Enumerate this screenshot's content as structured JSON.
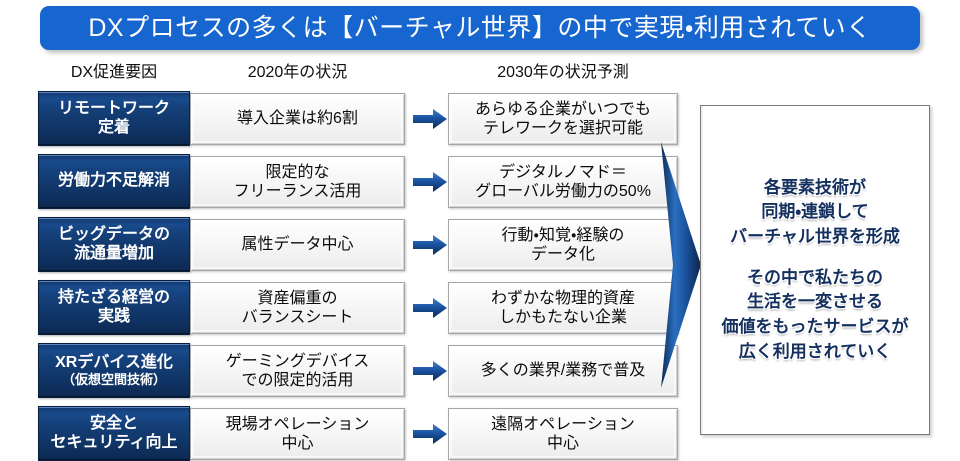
{
  "title": {
    "text": "DXプロセスの多くは【バーチャル世界】の中で実現・利用されていく",
    "bg_color": "#1765CE",
    "text_color": "#FFFFFF"
  },
  "columns": {
    "headers": [
      "DX促進要因",
      "2020年の状況",
      "2030年の状況予測"
    ]
  },
  "colors": {
    "chip_blue_dark": "#0F3160",
    "chip_blue_light": "#194A8C",
    "arrow_blue": "#1F5AA8",
    "panel_text": "#14305E"
  },
  "rows": [
    {
      "factor": {
        "line1": "リモートワーク",
        "line2": "定着",
        "small2": false
      },
      "state2020": {
        "line1": "導入企業は約6割",
        "line2": ""
      },
      "state2030": {
        "line1": "あらゆる企業がいつでも",
        "line2": "テレワークを選択可能"
      },
      "arrow": "right-arrow-icon"
    },
    {
      "factor": {
        "line1": "労働力不足解消",
        "line2": "",
        "small2": false
      },
      "state2020": {
        "line1": "限定的な",
        "line2": "フリーランス活用"
      },
      "state2030": {
        "line1": "デジタルノマド＝",
        "line2": "グローバル労働力の50%"
      },
      "arrow": "right-arrow-icon"
    },
    {
      "factor": {
        "line1": "ビッグデータの",
        "line2": "流通量増加",
        "small2": false
      },
      "state2020": {
        "line1": "属性データ中心",
        "line2": ""
      },
      "state2030": {
        "line1": "行動・知覚・経験の",
        "line2": "データ化"
      },
      "arrow": "right-arrow-icon"
    },
    {
      "factor": {
        "line1": "持たざる経営の",
        "line2": "実践",
        "small2": false
      },
      "state2020": {
        "line1": "資産偏重の",
        "line2": "バランスシート"
      },
      "state2030": {
        "line1": "わずかな物理的資産",
        "line2": "しかもたない企業"
      },
      "arrow": "right-arrow-icon"
    },
    {
      "factor": {
        "line1": "XRデバイス進化",
        "line2": "（仮想空間技術）",
        "small2": true
      },
      "state2020": {
        "line1": "ゲーミングデバイス",
        "line2": "での限定的活用"
      },
      "state2030": {
        "line1": "多くの業界/業務で普及",
        "line2": ""
      },
      "arrow": "right-arrow-icon"
    },
    {
      "factor": {
        "line1": "安全と",
        "line2": "セキュリティ向上",
        "small2": false
      },
      "state2020": {
        "line1": "現場オペレーション",
        "line2": "中心"
      },
      "state2030": {
        "line1": "遠隔オペレーション",
        "line2": "中心"
      },
      "arrow": "right-arrow-icon"
    }
  ],
  "conclusion": {
    "block1": [
      "各要素技術が",
      "同期・連鎖して",
      "バーチャル世界を形成"
    ],
    "block2": [
      "その中で私たちの",
      "生活を一変させる",
      "価値をもったサービスが",
      "広く利用されていく"
    ]
  }
}
